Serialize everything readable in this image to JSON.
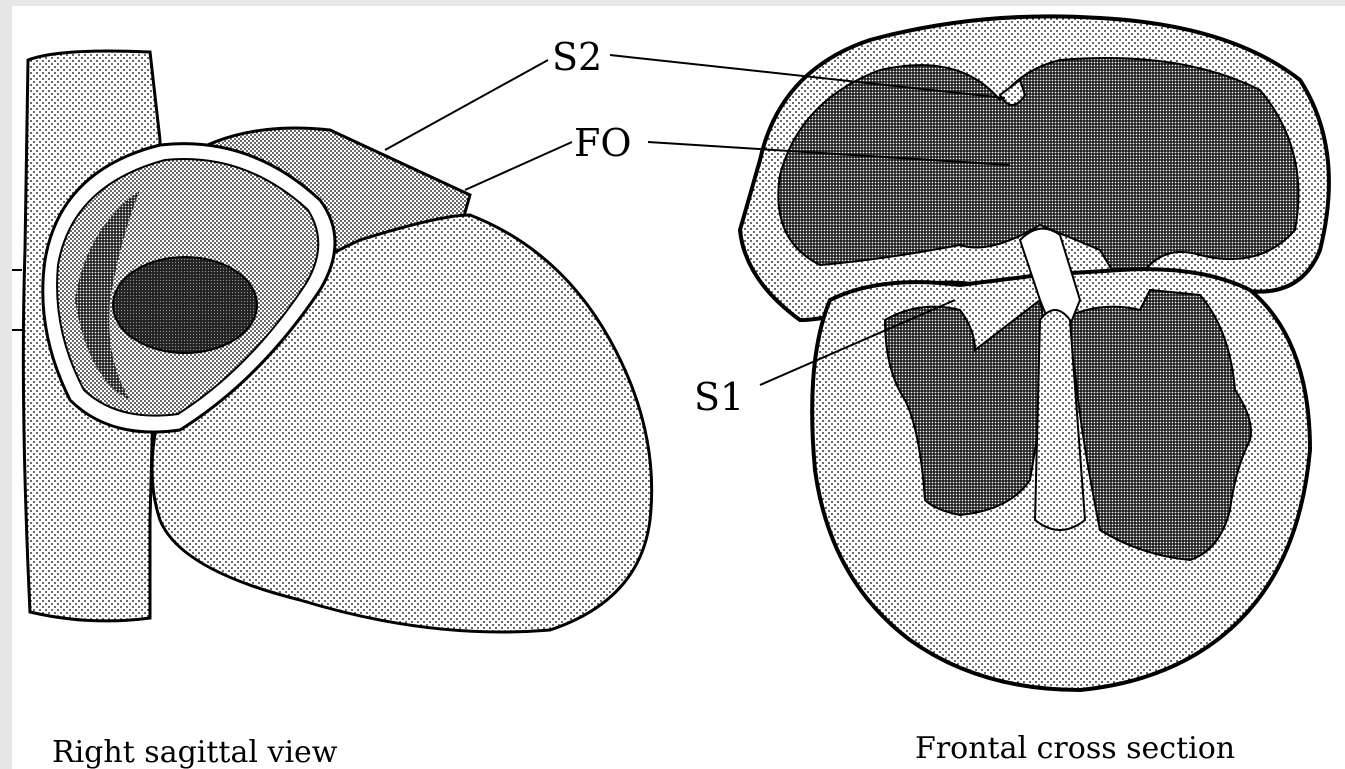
{
  "labels": {
    "s2": "S2",
    "fo": "FO",
    "s1": "S1"
  },
  "captions": {
    "left": "Right sagittal view",
    "right": "Frontal cross section"
  }
}
